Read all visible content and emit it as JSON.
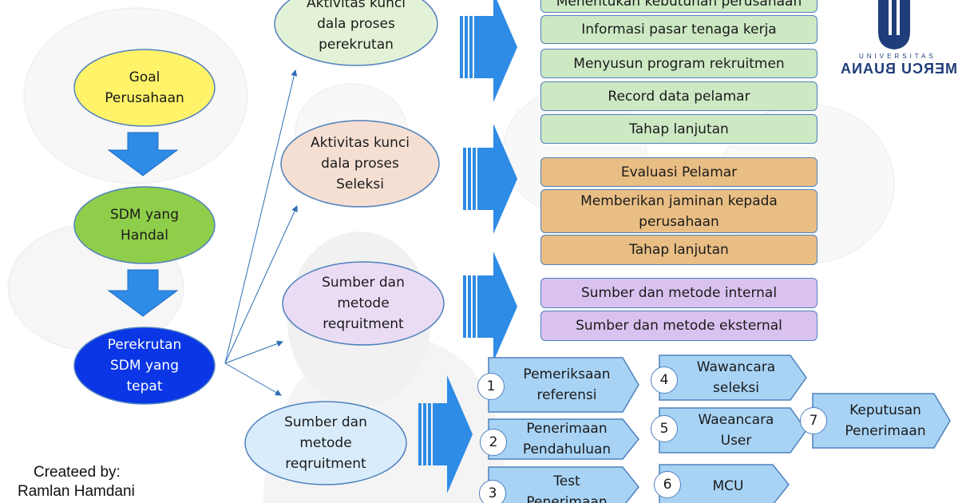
{
  "credit": {
    "line1": "Createed by:",
    "line2": "Ramlan Hamdani"
  },
  "logo": {
    "name": "MERCU BUANA",
    "sub": "UNIVERSITAS",
    "color": "#1f3d7a"
  },
  "left_flow": [
    {
      "text": "Goal\nPerusahaan",
      "color": "#fff36a"
    },
    {
      "text": "SDM yang\nHandal",
      "color": "#8fce4a"
    },
    {
      "text": "Perekrutan\nSDM yang\ntepat",
      "color": "#0a36e6"
    }
  ],
  "branches": [
    {
      "text": "Aktivitas kunci\ndala proses\nperekrutan",
      "color": "#e3f2d6"
    },
    {
      "text": "Aktivitas kunci\ndala proses\nSeleksi",
      "color": "#f5dfd3"
    },
    {
      "text": "Sumber dan\nmetode\nreqruitment",
      "color": "#eadcf5"
    },
    {
      "text": "Sumber dan\nmetode\nreqruitment",
      "color": "#d9ecfb"
    }
  ],
  "green_items": [
    "Menentukan kebutuhan perusahaan",
    "Informasi pasar tenaga kerja",
    "Menyusun program rekruitmen",
    "Record data pelamar",
    "Tahap lanjutan"
  ],
  "orange_items": [
    "Evaluasi Pelamar",
    "Memberikan jaminan kepada\nperusahaan",
    "Tahap lanjutan"
  ],
  "purple_items": [
    "Sumber dan metode internal",
    "Sumber dan metode eksternal"
  ],
  "steps": [
    {
      "num": "1",
      "text": "Pemeriksaan\nreferensi"
    },
    {
      "num": "2",
      "text": "Penerimaan\nPendahuluan"
    },
    {
      "num": "3",
      "text": "Test\nPenerimaan"
    },
    {
      "num": "4",
      "text": "Wawancara\nseleksi"
    },
    {
      "num": "5",
      "text": "Waeancara\nUser"
    },
    {
      "num": "6",
      "text": "MCU"
    },
    {
      "num": "7",
      "text": "Keputusan\nPenerimaan"
    }
  ]
}
